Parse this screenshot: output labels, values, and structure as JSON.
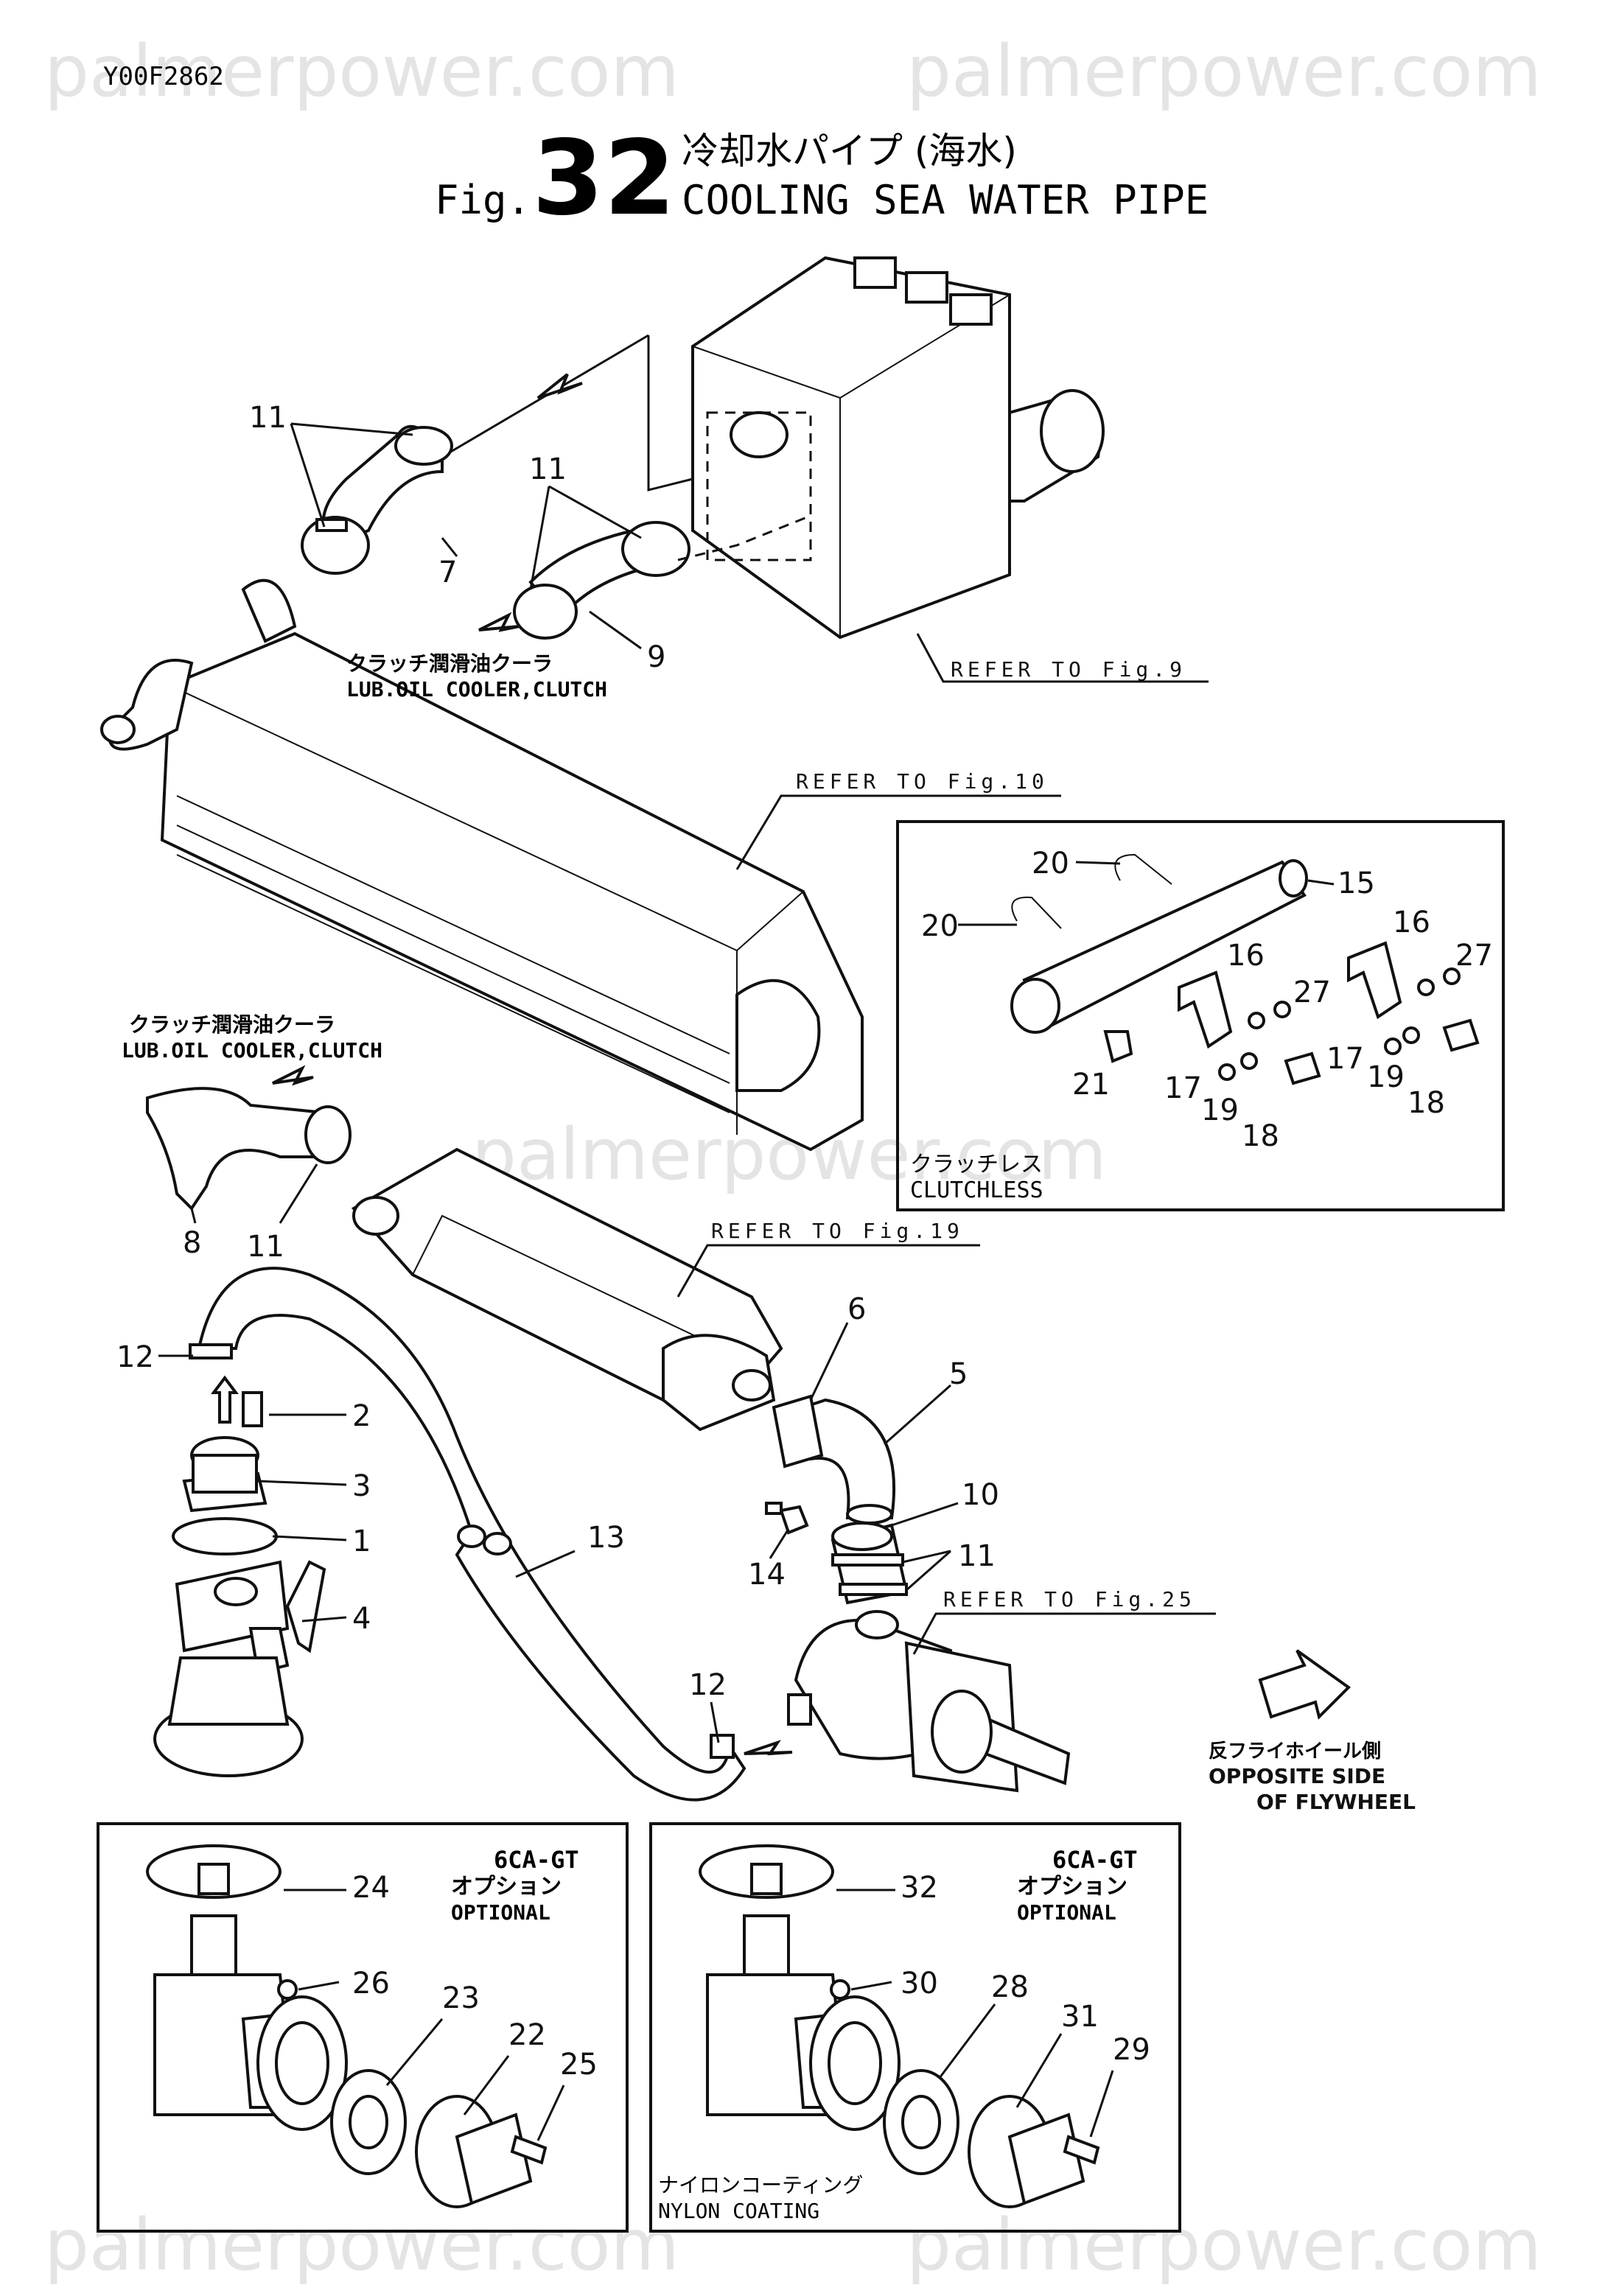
{
  "watermarks": [
    "palmerpower.com",
    "palmerpower.com",
    "palmerpower.com",
    "palmerpower.com",
    "palmerpower.com"
  ],
  "doc_code": "Y00F2862",
  "figure": {
    "prefix": "Fig.",
    "number": "32",
    "title_jp": "冷却水パイプ (海水)",
    "title_en": "COOLING SEA WATER PIPE"
  },
  "references": {
    "fig9": "REFER TO Fig.9",
    "fig10": "REFER TO Fig.10",
    "fig19": "REFER TO Fig.19",
    "fig25": "REFER TO Fig.25"
  },
  "notes": {
    "lub_cooler_top_jp": "クラッチ潤滑油クーラ",
    "lub_cooler_top_en": "LUB.OIL COOLER,CLUTCH",
    "lub_cooler_mid_jp": "クラッチ潤滑油クーラ",
    "lub_cooler_mid_en": "LUB.OIL COOLER,CLUTCH",
    "clutchless_jp": "クラッチレス",
    "clutchless_en": "CLUTCHLESS",
    "opposite_jp": "反フライホイール側",
    "opposite_en_1": "OPPOSITE SIDE",
    "opposite_en_2": "OF FLYWHEEL",
    "optional_left_model": "6CA-GT",
    "optional_left_jp": "オプション",
    "optional_left_en": "OPTIONAL",
    "optional_right_model": "6CA-GT",
    "optional_right_jp": "オプション",
    "optional_right_en": "OPTIONAL",
    "nylon_jp": "ナイロンコーティング",
    "nylon_en": "NYLON COATING"
  },
  "callouts": {
    "c11a": "11",
    "c7": "7",
    "c11b": "11",
    "c9": "9",
    "c20a": "20",
    "c15": "15",
    "c20b": "20",
    "c16a": "16",
    "c16b": "16",
    "c27a": "27",
    "c27b": "27",
    "c21": "21",
    "c17a": "17",
    "c19a": "19",
    "c18a": "18",
    "c17b": "17",
    "c19b": "19",
    "c18b": "18",
    "c8": "8",
    "c11c": "11",
    "c12a": "12",
    "c2": "2",
    "c3": "3",
    "c1": "1",
    "c4": "4",
    "c6": "6",
    "c5": "5",
    "c10": "10",
    "c11d": "11",
    "c14": "14",
    "c13": "13",
    "c12b": "12",
    "c24": "24",
    "c26": "26",
    "c23": "23",
    "c22": "22",
    "c25": "25",
    "c32": "32",
    "c30": "30",
    "c28": "28",
    "c31": "31",
    "c29": "29"
  }
}
